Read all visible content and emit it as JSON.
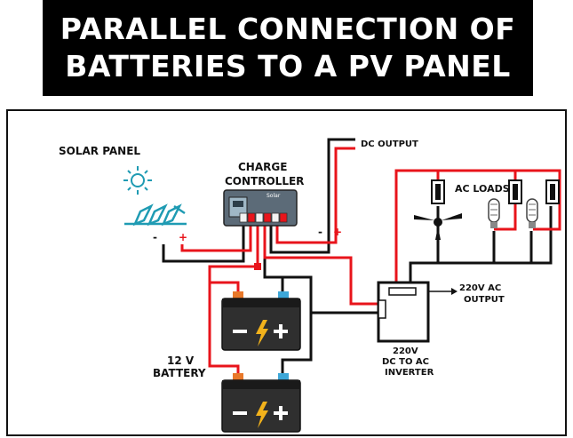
{
  "title": {
    "line1": "PARALLEL CONNECTION OF",
    "line2": "BATTERIES TO A PV PANEL"
  },
  "labels": {
    "solar_panel": "SOLAR PANEL",
    "charge_controller_1": "CHARGE",
    "charge_controller_2": "CONTROLLER",
    "controller_brand": "Solar",
    "dc_output": "DC OUTPUT",
    "ac_loads": "AC LOADS",
    "ac_output_1": "220V AC",
    "ac_output_2": "OUTPUT",
    "inverter_1": "220V",
    "inverter_2": "DC TO AC",
    "inverter_3": "INVERTER",
    "battery_1": "12 V",
    "battery_2": "BATTERY",
    "minus": "-",
    "plus": "+"
  },
  "colors": {
    "positive_wire": "#e8141b",
    "negative_wire": "#111111",
    "solar_icon": "#1f9bb3",
    "bolt": "#f2b21b",
    "positive_terminal": "#e8782a",
    "negative_terminal": "#3da7d8"
  }
}
